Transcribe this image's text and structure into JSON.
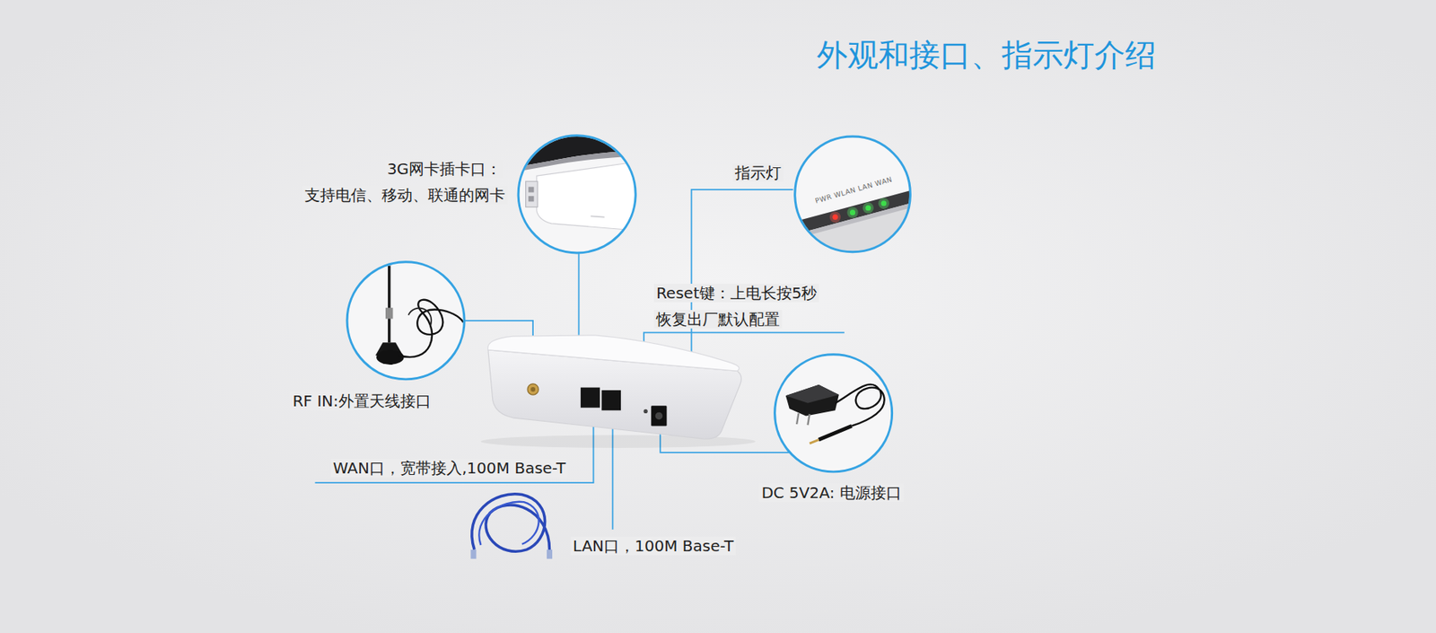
{
  "diagram": {
    "title": "外观和接口、指示灯介绍",
    "labels": [
      "3G网卡插卡口：",
      "支持电信、移动、联通的网卡",
      "指示灯",
      "PWR WLAN LAN WAN",
      "Reset键：上电长按5秒",
      "恢复出厂默认配置",
      "RF IN:外置天线接口",
      "WAN口，宽带接入,100M Base-T",
      "LAN口，100M Base-T",
      "DC 5V2A: 电源接口"
    ]
  }
}
